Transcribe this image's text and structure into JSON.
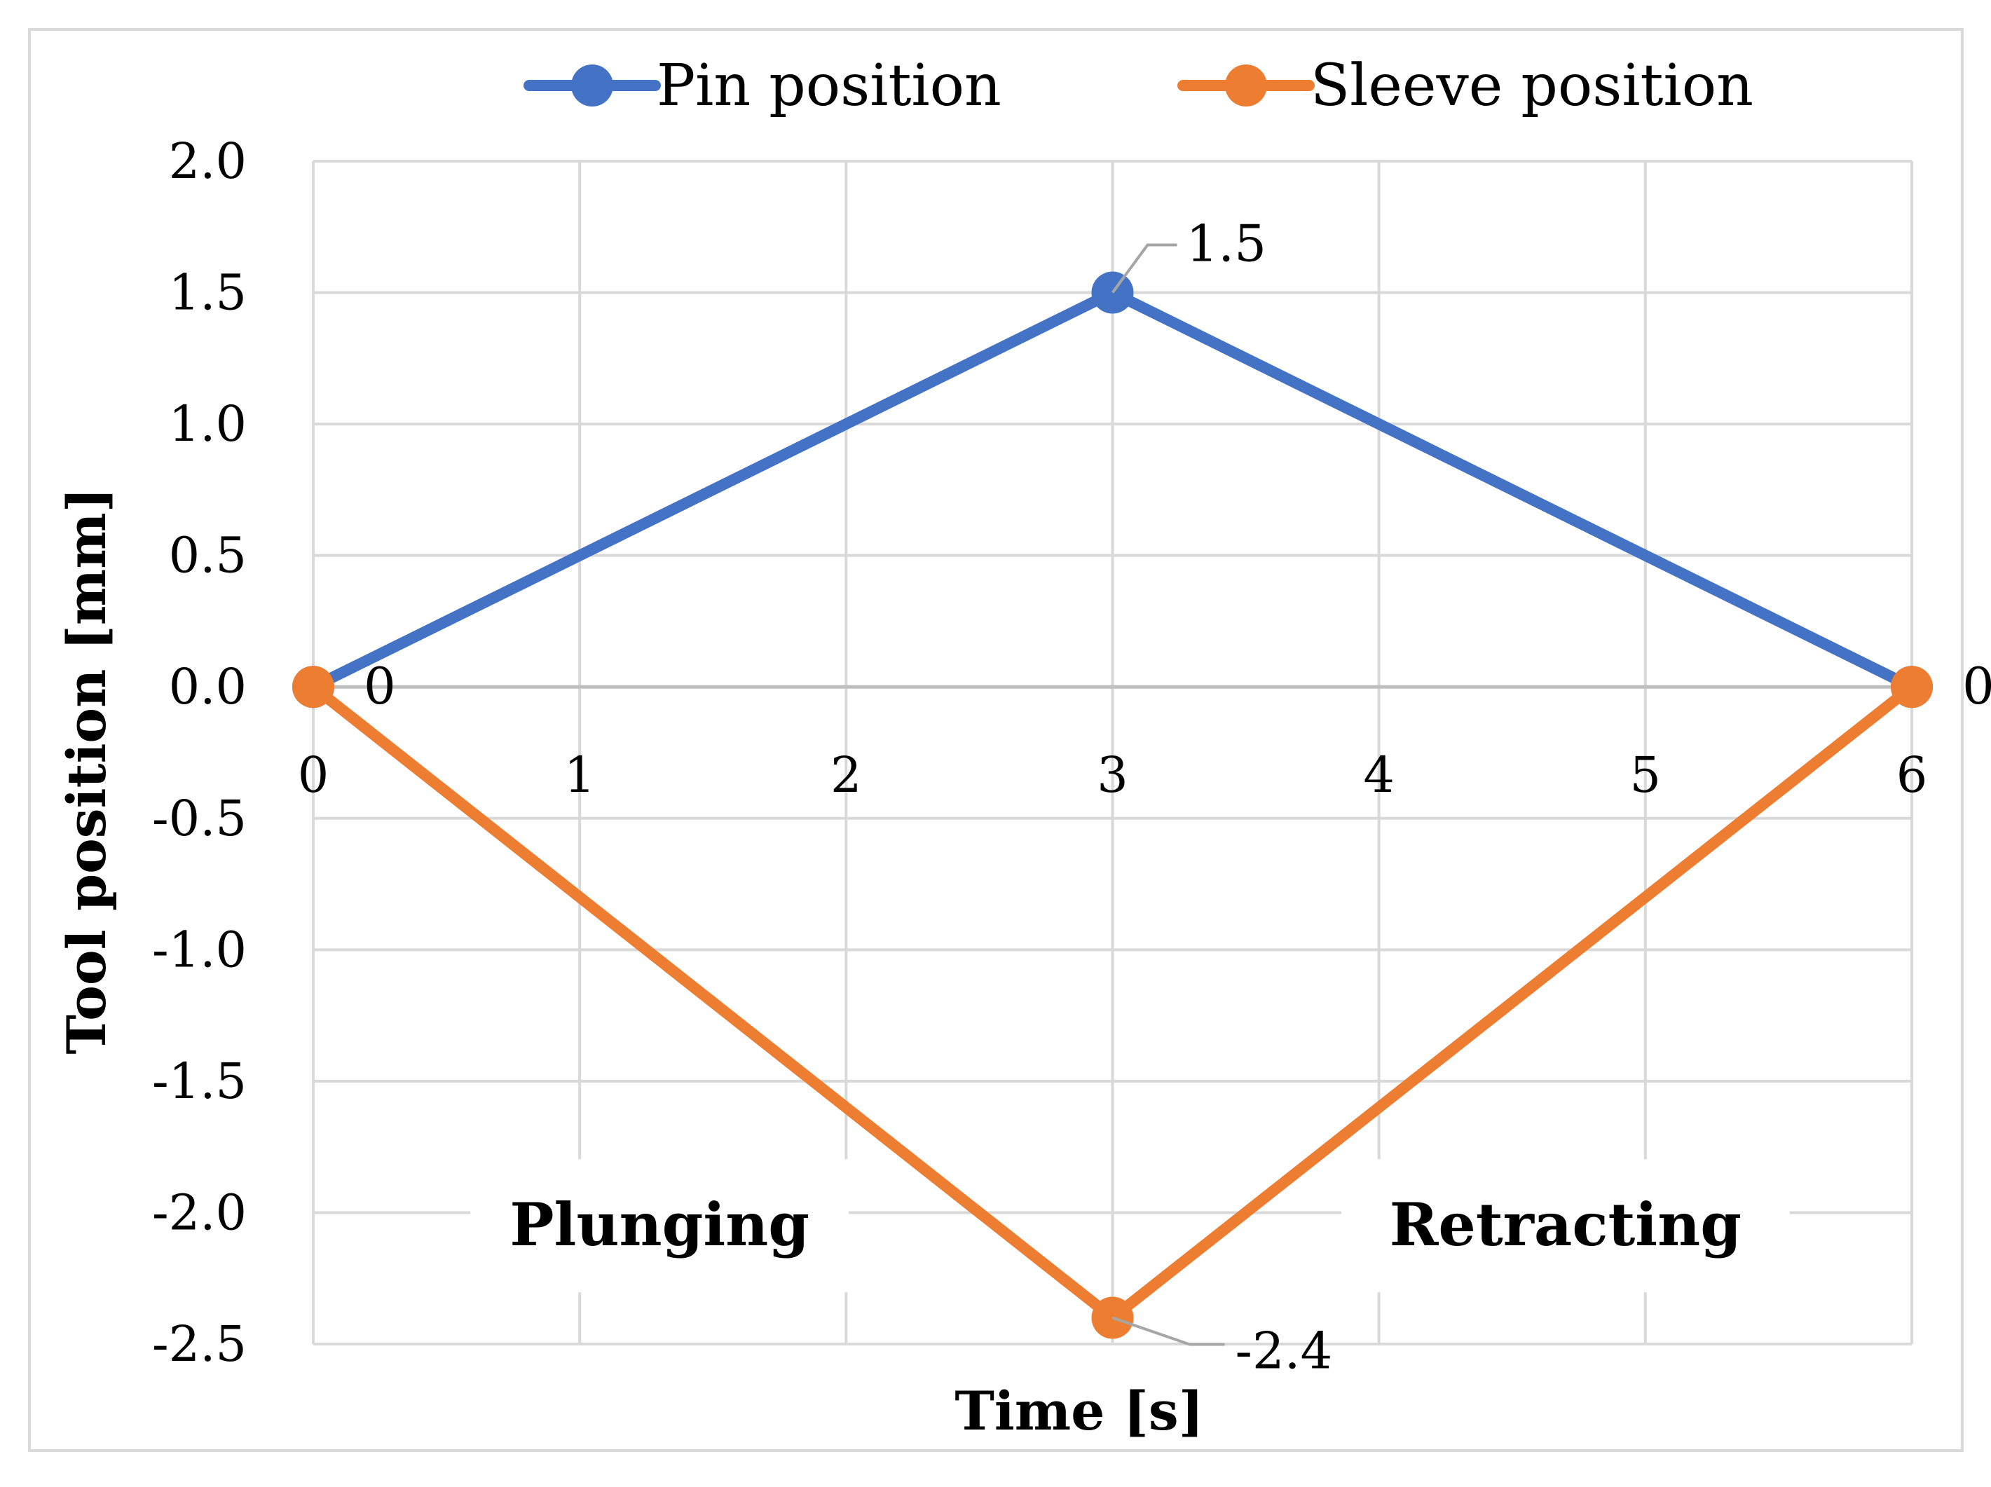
{
  "chart_data": {
    "type": "line",
    "title": "",
    "xlabel": "Time [s]",
    "ylabel": "Tool position [mm]",
    "xlim": [
      0,
      6
    ],
    "ylim": [
      -2.5,
      2.0
    ],
    "x_ticks": [
      "0",
      "1",
      "2",
      "3",
      "4",
      "5",
      "6"
    ],
    "y_ticks": [
      "2.0",
      "1.5",
      "1.0",
      "0.5",
      "0.0",
      "-0.5",
      "-1.0",
      "-1.5",
      "-2.0",
      "-2.5"
    ],
    "grid": true,
    "legend_position": "top",
    "series": [
      {
        "name": "Pin position",
        "color": "#4472C4",
        "x": [
          0,
          3,
          6
        ],
        "y": [
          0,
          1.5,
          0
        ],
        "data_labels": [
          "0",
          "1.5",
          "0"
        ]
      },
      {
        "name": "Sleeve position",
        "color": "#ED7D31",
        "x": [
          0,
          3,
          6
        ],
        "y": [
          0,
          -2.4,
          0
        ],
        "data_labels": [
          "",
          "-2.4",
          ""
        ]
      }
    ],
    "annotations": [
      {
        "text": "Plunging",
        "x": 1.3,
        "y": -2.05
      },
      {
        "text": "Retracting",
        "x": 4.7,
        "y": -2.05
      }
    ]
  }
}
